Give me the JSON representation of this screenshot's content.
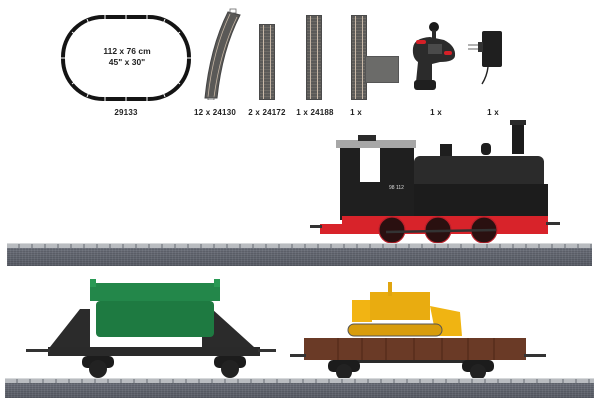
{
  "set_contents": {
    "oval_layout": {
      "dimensions_metric": "112 x 76 cm",
      "dimensions_imperial": "45\" x 30\"",
      "label": "29133"
    },
    "items": [
      {
        "id": "curved-track",
        "label": "12 x 24130"
      },
      {
        "id": "straight-track-short",
        "label": "2 x 24172"
      },
      {
        "id": "straight-track-long",
        "label": "1 x 24188"
      },
      {
        "id": "feeder-track",
        "label": "1 x"
      },
      {
        "id": "controller",
        "label": "1 x"
      },
      {
        "id": "power-supply",
        "label": "1 x"
      }
    ]
  },
  "locomotive": {
    "number": "98 112",
    "colors": {
      "body": "#1e1e1e",
      "frame": "#d8232a",
      "wheels": "#b8202a"
    }
  },
  "cars": [
    {
      "type": "dump-car",
      "colors": {
        "body": "#1f7a3d",
        "frame": "#2a2a2a"
      }
    },
    {
      "type": "flat-car-with-bulldozer",
      "colors": {
        "body": "#6a3a26",
        "load": "#f2b413"
      }
    }
  ],
  "colors": {
    "background": "#ffffff",
    "ballast": "#5f636c",
    "rail": "#b9bcc0",
    "track_piece": "#5b5a58"
  }
}
